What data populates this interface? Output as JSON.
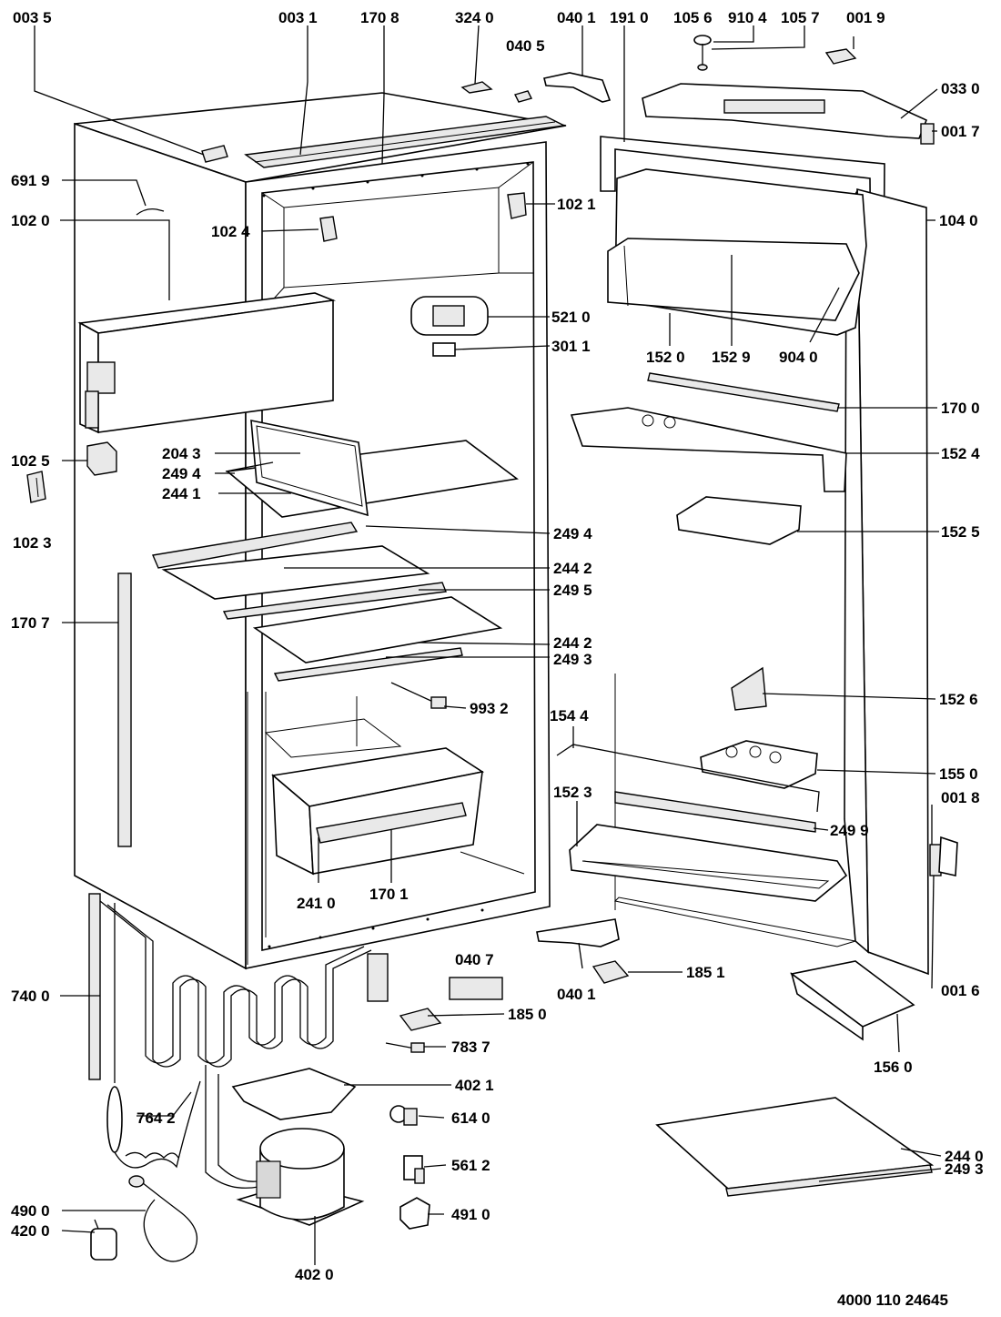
{
  "diagram": {
    "document_code": "4000 110 24645",
    "callouts": [
      {
        "id": "c0035",
        "text": "003 5"
      },
      {
        "id": "c0031",
        "text": "003 1"
      },
      {
        "id": "c1708",
        "text": "170 8"
      },
      {
        "id": "c3240",
        "text": "324 0"
      },
      {
        "id": "c0405",
        "text": "040 5"
      },
      {
        "id": "c0401a",
        "text": "040 1"
      },
      {
        "id": "c1910",
        "text": "191 0"
      },
      {
        "id": "c1056",
        "text": "105 6"
      },
      {
        "id": "c9104",
        "text": "910 4"
      },
      {
        "id": "c1057",
        "text": "105 7"
      },
      {
        "id": "c0019",
        "text": "001 9"
      },
      {
        "id": "c0330",
        "text": "033 0"
      },
      {
        "id": "c0017",
        "text": "001 7"
      },
      {
        "id": "c6919",
        "text": "691 9"
      },
      {
        "id": "c1020",
        "text": "102 0"
      },
      {
        "id": "c1024",
        "text": "102 4"
      },
      {
        "id": "c1021",
        "text": "102 1"
      },
      {
        "id": "c1040",
        "text": "104 0"
      },
      {
        "id": "c5210",
        "text": "521 0"
      },
      {
        "id": "c3011",
        "text": "301 1"
      },
      {
        "id": "c1520",
        "text": "152 0"
      },
      {
        "id": "c1529",
        "text": "152 9"
      },
      {
        "id": "c9040",
        "text": "904 0"
      },
      {
        "id": "c1700",
        "text": "170 0"
      },
      {
        "id": "c2043",
        "text": "204 3"
      },
      {
        "id": "c2494a",
        "text": "249 4"
      },
      {
        "id": "c2441",
        "text": "244 1"
      },
      {
        "id": "c1025",
        "text": "102 5"
      },
      {
        "id": "c1023",
        "text": "102 3"
      },
      {
        "id": "c1524",
        "text": "152 4"
      },
      {
        "id": "c2494b",
        "text": "249 4"
      },
      {
        "id": "c1525",
        "text": "152 5"
      },
      {
        "id": "c2442a",
        "text": "244 2"
      },
      {
        "id": "c2495",
        "text": "249 5"
      },
      {
        "id": "c1707",
        "text": "170 7"
      },
      {
        "id": "c2442b",
        "text": "244 2"
      },
      {
        "id": "c2493a",
        "text": "249 3"
      },
      {
        "id": "c1526",
        "text": "152 6"
      },
      {
        "id": "c9932",
        "text": "993 2"
      },
      {
        "id": "c1544",
        "text": "154 4"
      },
      {
        "id": "c1550",
        "text": "155 0"
      },
      {
        "id": "c1523",
        "text": "152 3"
      },
      {
        "id": "c0018",
        "text": "001 8"
      },
      {
        "id": "c2499",
        "text": "249 9"
      },
      {
        "id": "c2410",
        "text": "241 0"
      },
      {
        "id": "c1701",
        "text": "170 1"
      },
      {
        "id": "c0407",
        "text": "040 7"
      },
      {
        "id": "c1851",
        "text": "185 1"
      },
      {
        "id": "c0401b",
        "text": "040 1"
      },
      {
        "id": "c0016",
        "text": "001 6"
      },
      {
        "id": "c7400",
        "text": "740 0"
      },
      {
        "id": "c1850",
        "text": "185 0"
      },
      {
        "id": "c7837",
        "text": "783 7"
      },
      {
        "id": "c1560",
        "text": "156 0"
      },
      {
        "id": "c4021",
        "text": "402 1"
      },
      {
        "id": "c7642",
        "text": "764 2"
      },
      {
        "id": "c6140",
        "text": "614 0"
      },
      {
        "id": "c2440",
        "text": "244 0"
      },
      {
        "id": "c5612",
        "text": "561 2"
      },
      {
        "id": "c2493b",
        "text": "249 3"
      },
      {
        "id": "c4900",
        "text": "490 0"
      },
      {
        "id": "c4910",
        "text": "491 0"
      },
      {
        "id": "c4200",
        "text": "420 0"
      },
      {
        "id": "c4020",
        "text": "402 0"
      }
    ]
  }
}
